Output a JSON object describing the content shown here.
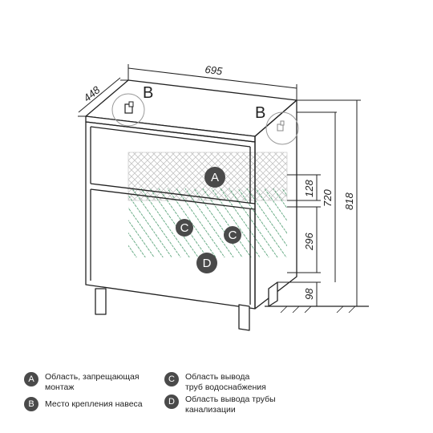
{
  "dimensions": {
    "width": "695",
    "depth": "448",
    "drawer_top_height": "128",
    "drawer_bottom_height": "296",
    "leg_height": "98",
    "body_height": "720",
    "total_height": "818"
  },
  "hinge_label": "B",
  "zones": {
    "a": "A",
    "c": "C",
    "d": "D"
  },
  "legend": [
    {
      "letter": "A",
      "line1": "Область, запрещающая",
      "line2": "монтаж"
    },
    {
      "letter": "B",
      "line1": "Место крепления навеса",
      "line2": ""
    },
    {
      "letter": "C",
      "line1": "Область вывода",
      "line2": "труб водоснабжения"
    },
    {
      "letter": "D",
      "line1": "Область вывода трубы",
      "line2": "канализации"
    }
  ],
  "colors": {
    "outline": "#222222",
    "zone_a_hatch": "#c8c8c8",
    "zone_cd_hatch": "#2e8b57",
    "badge": "#4a4a4a"
  }
}
